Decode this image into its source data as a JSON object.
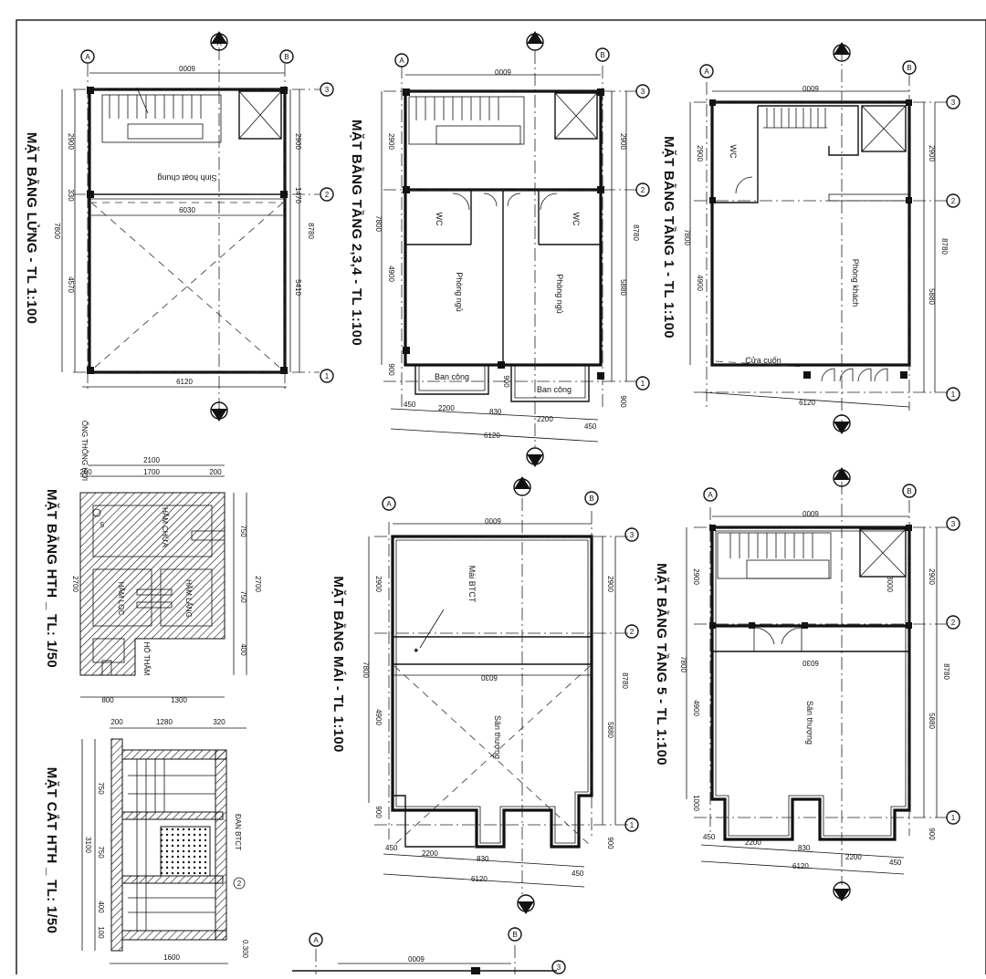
{
  "titles": {
    "lung": "MẶT BẰNG LỬNG - TL 1:100",
    "tang234": "MẶT BẰNG TẦNG 2,3,4 - TL 1:100",
    "tang1": "MẶT BẰNG TẦNG 1 - TL 1:100",
    "hth": "MẶT BẰNG HTH _ TL: 1/50",
    "cathth": "MẶT CẮT HTH _ TL: 1/50",
    "mai": "MẶT BẰNG MÁI - TL 1:100",
    "tang5": "MẶT BẰNG TẦNG 5 - TL 1:100"
  },
  "grid": {
    "a": "A",
    "b": "B",
    "g1": "1",
    "g2": "2",
    "g3": "3",
    "sec": "A"
  },
  "rooms": {
    "sinh_hoat": "Sinh hoạt chung",
    "wc": "WC",
    "phong_ngu": "Phòng ngủ",
    "ban_cong": "Ban công",
    "phong_khach": "Phòng khách",
    "cua_cuon": "Cửa cuốn",
    "mai_btct": "Mái BTCT",
    "san_thuong": "Sân thượng",
    "ham_chua": "HẦM CHỨA",
    "ham_lang": "HẦM LẮNG",
    "ham_loc": "HẦM LỌC",
    "ho_tham": "HỐ THẤM",
    "ong_thong_hoi": "ỐNG THÔNG HƠI",
    "dan_btct": "ĐAN BTCT"
  },
  "dims": {
    "d6000": "6000",
    "d6120": "6120",
    "d6030": "6030",
    "d8780": "8780",
    "d7800": "7800",
    "d2900": "2900",
    "d4900": "4900",
    "d5880": "5880",
    "d4570": "4570",
    "d5410": "5410",
    "d900": "900",
    "d450": "450",
    "d2200": "2200",
    "d830": "830",
    "d3000": "3000",
    "d1000": "1000",
    "d1470": "1470",
    "d330": "330",
    "d2100": "2100",
    "d1700": "1700",
    "d200": "200",
    "d750": "750",
    "d2700": "2700",
    "d400": "400",
    "d800": "800",
    "d1300": "1300",
    "d1280": "1280",
    "d320": "320",
    "d3100": "3100",
    "d100": "100",
    "d1600": "1600",
    "d0300": "0.300",
    "d5": "5",
    "d2": "2"
  },
  "colors": {
    "ink": "#111111",
    "paper": "#ffffff"
  }
}
